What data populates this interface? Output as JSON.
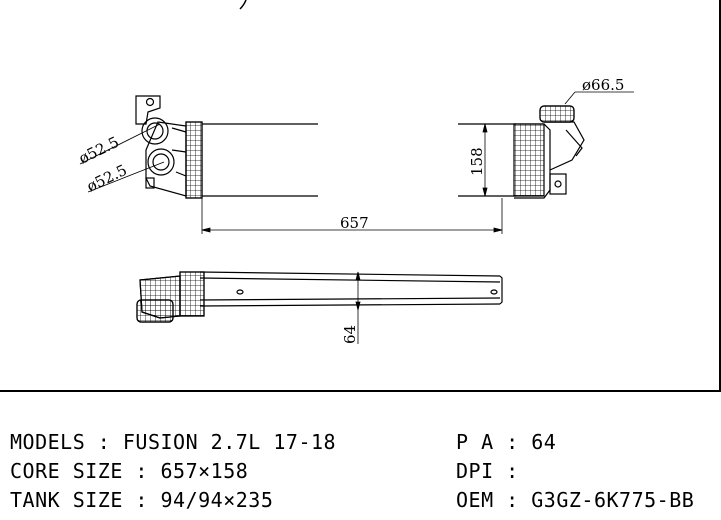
{
  "drawing": {
    "dimensions": {
      "inlet_top_dia": "ø52.5",
      "inlet_bottom_dia": "ø52.5",
      "outlet_dia": "ø66.5",
      "core_height": "158",
      "core_length": "657",
      "thickness": "64"
    }
  },
  "specs": {
    "models": "MODELS : FUSION 2.7L 17-18",
    "core_size": "CORE SIZE : 657×158",
    "tank_size": "TANK SIZE : 94/94×235",
    "pa": "P A : 64",
    "dpi": "DPI :",
    "oem": "OEM : G3GZ-6K775-BB",
    "partial_left": "??? ??? ??? ???",
    "partial_right": "??? ???"
  }
}
